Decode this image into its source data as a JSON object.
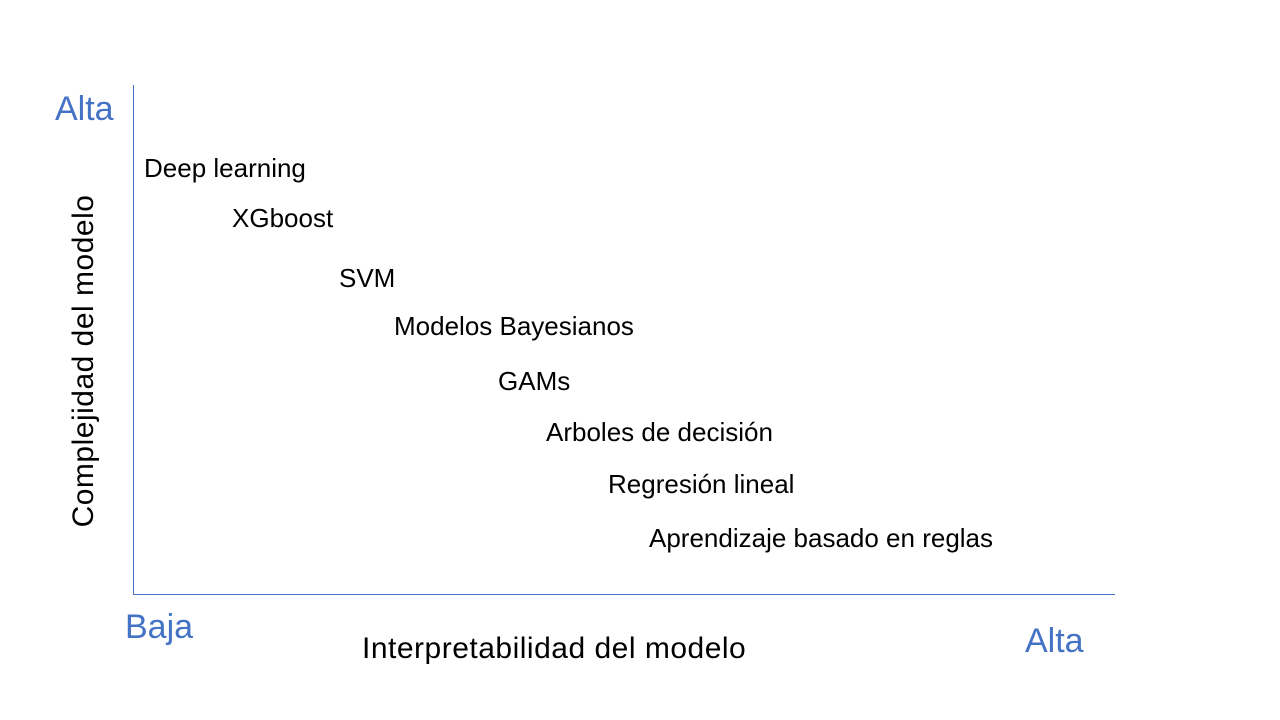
{
  "axes": {
    "y": {
      "title": "Complejidad del modelo",
      "high_label": "Alta"
    },
    "x": {
      "title": "Interpretabilidad del modelo",
      "low_label": "Baja",
      "high_label": "Alta"
    },
    "color": "#4472c4"
  },
  "models": [
    "Deep learning",
    "XGboost",
    "SVM",
    "Modelos Bayesianos",
    "GAMs",
    "Arboles de decisión",
    "Regresión lineal",
    "Aprendizaje basado en reglas"
  ]
}
